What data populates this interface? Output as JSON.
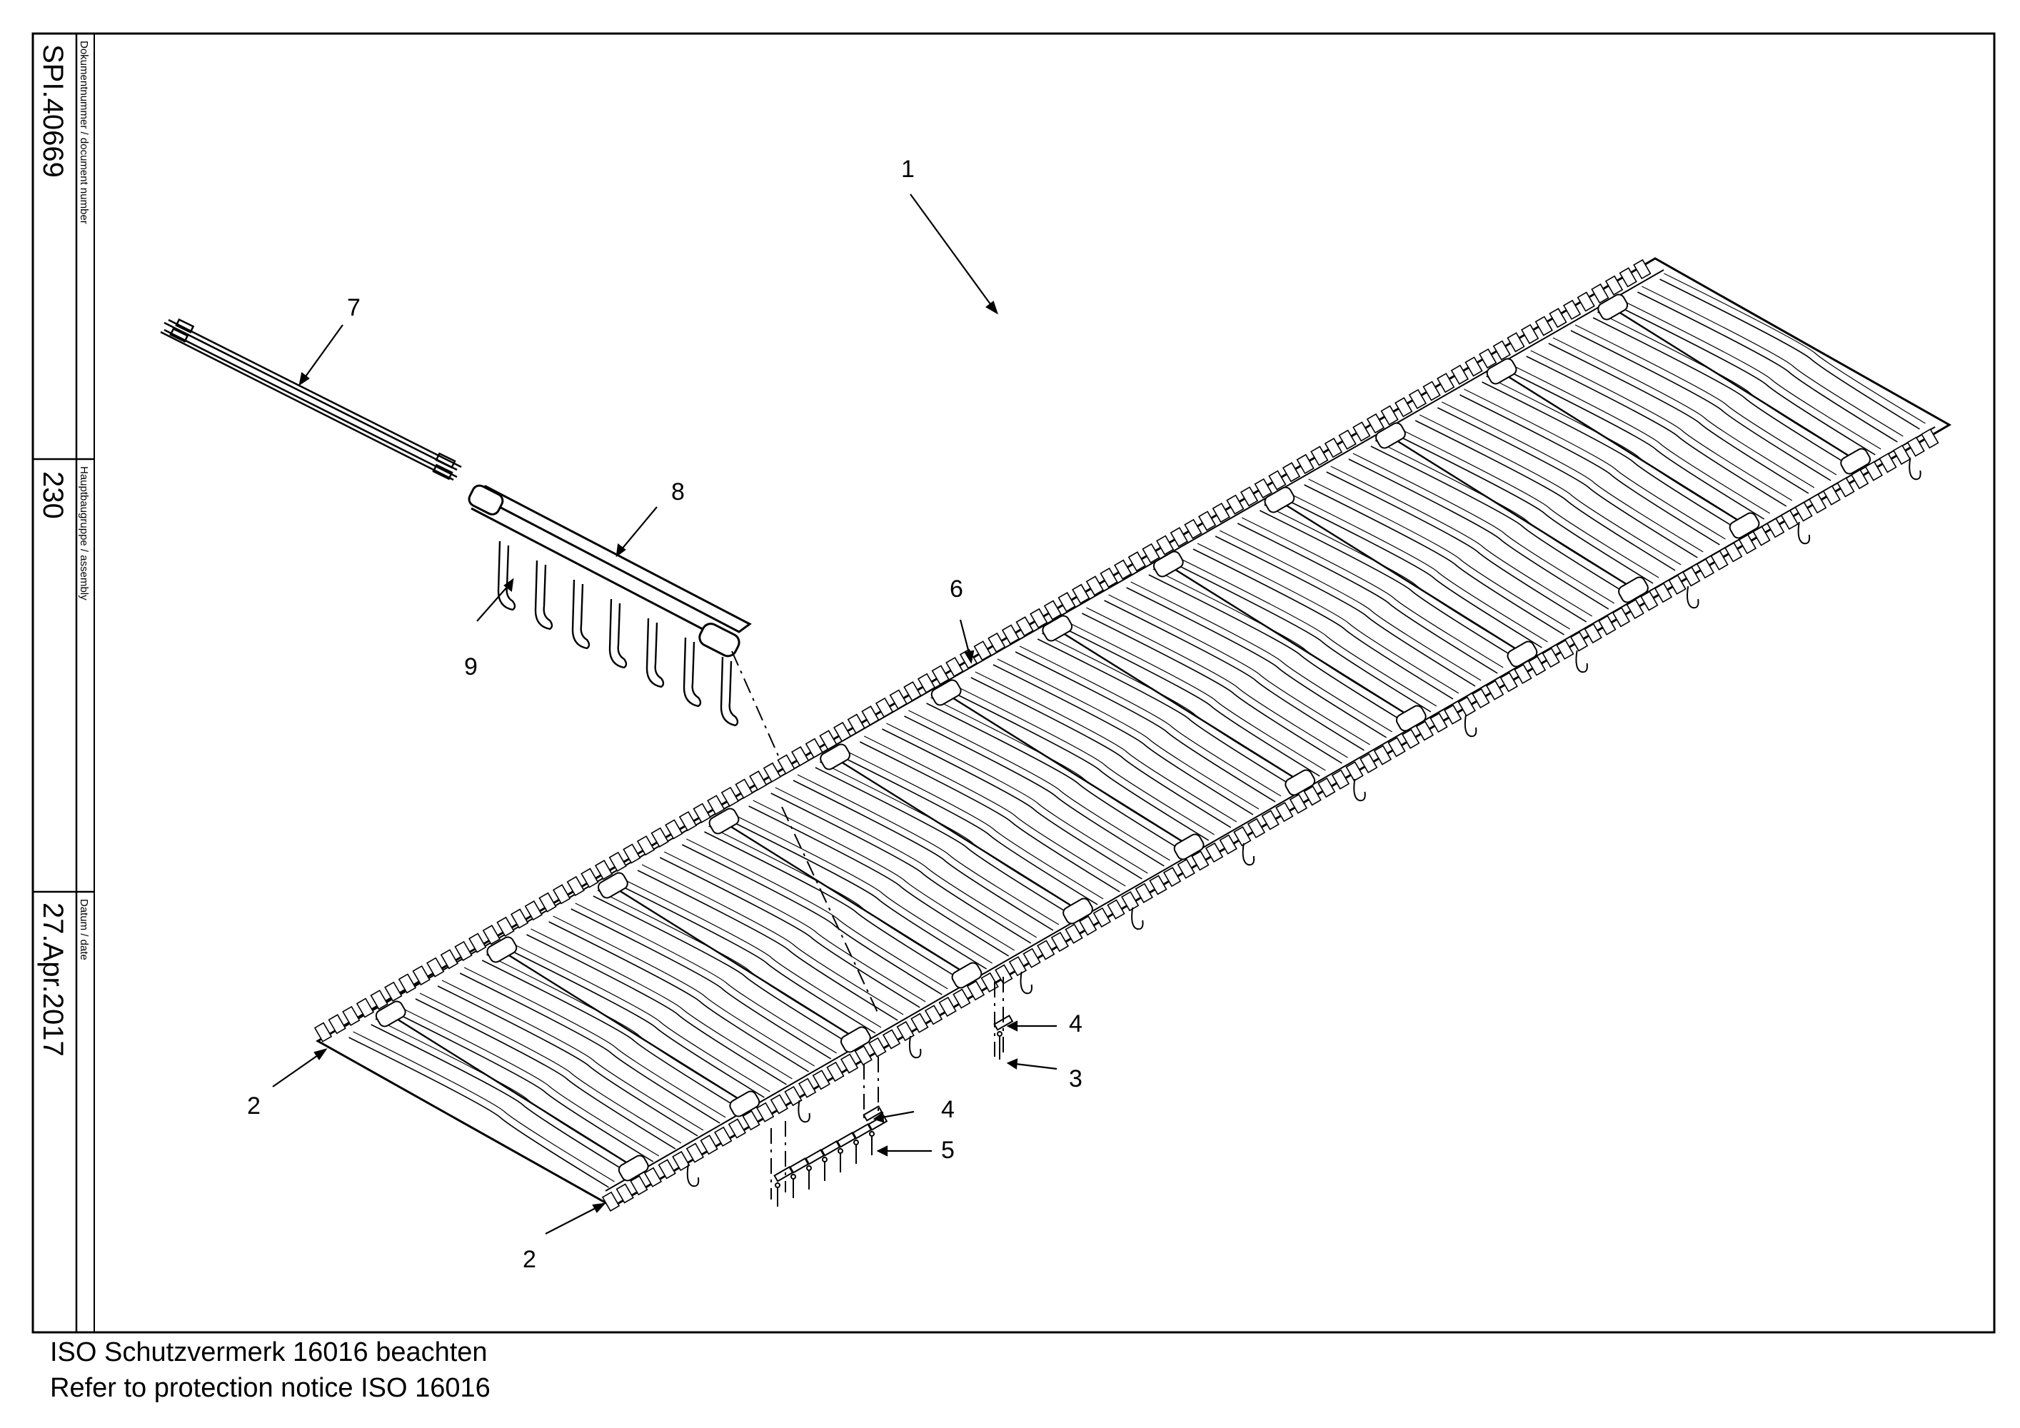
{
  "title_block": {
    "document_number_label": "Dokumentnummer / document number",
    "document_number": "SPI.40669",
    "assembly_label": "Hauptbaugruppe / assembly",
    "assembly": "230",
    "date_label": "Datum / date",
    "date": "27.Apr.2017"
  },
  "callouts": [
    "1",
    "2",
    "2",
    "3",
    "4",
    "4",
    "5",
    "6",
    "7",
    "8",
    "9"
  ],
  "footer": {
    "line1": "ISO Schutzvermerk 16016 beachten",
    "line2": "Refer to protection notice ISO 16016"
  }
}
